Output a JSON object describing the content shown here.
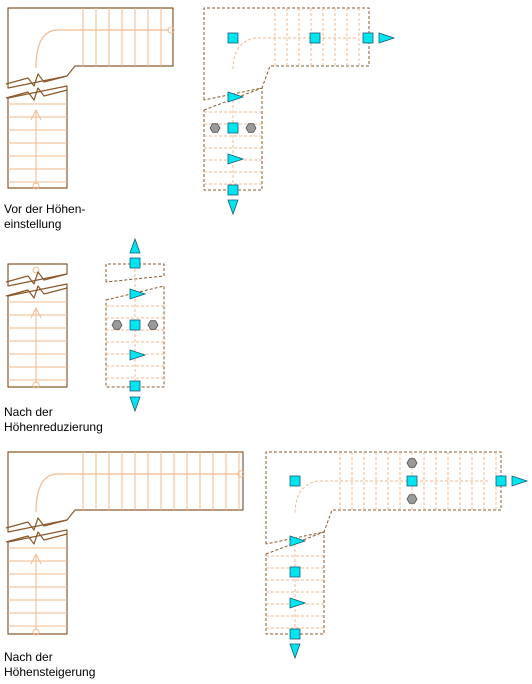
{
  "colors": {
    "outline": "#8b5a2b",
    "tread": "#f2b98c",
    "grip_fill": "#00e5ee",
    "grip_stroke": "#1a5a7a",
    "lock_fill": "#9a9a9a",
    "lock_stroke": "#555555"
  },
  "captions": [
    {
      "line1": "Vor der Höhen-",
      "line2": "einstellung"
    },
    {
      "line1": "Nach der",
      "line2": "Höhenreduzierung"
    },
    {
      "line1": "Nach der",
      "line2": "Höhensteigerung"
    }
  ],
  "icons": {
    "square_grip": "cyan-square-grip-icon",
    "triangle_grip": "cyan-triangle-grip-icon",
    "lock_grip": "gray-hexagon-grip-icon"
  }
}
